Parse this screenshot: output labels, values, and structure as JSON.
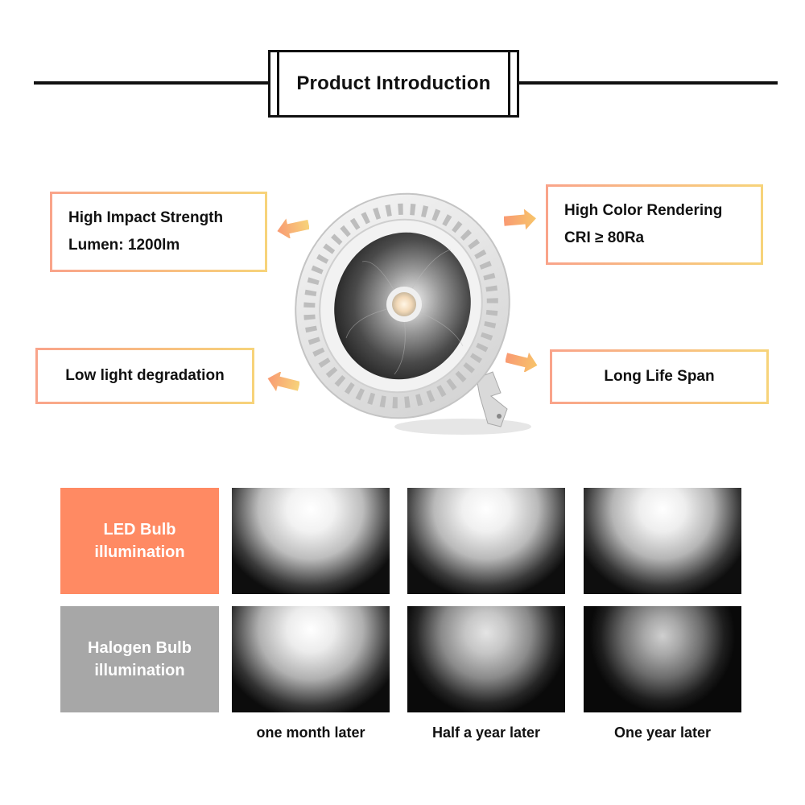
{
  "header": {
    "title": "Product Introduction"
  },
  "features": {
    "impact": {
      "line1": "High Impact Strength",
      "line2": "Lumen: 1200lm"
    },
    "color": {
      "line1": "High Color Rendering",
      "line2": "CRI ≥ 80Ra"
    },
    "degradation": {
      "line1": "Low light degradation"
    },
    "life": {
      "line1": "Long Life Span"
    }
  },
  "comparison": {
    "led": {
      "line1": "LED Bulb",
      "line2": "illumination"
    },
    "halogen": {
      "line1": "Halogen Bulb",
      "line2": "illumination"
    },
    "captions": [
      "one month later",
      "Half a year later",
      "One year later"
    ]
  },
  "colors": {
    "accent_orange": "#ff8a63",
    "accent_gray": "#a7a7a7",
    "border_start": "#f9a48a",
    "border_end": "#f7d37a"
  }
}
